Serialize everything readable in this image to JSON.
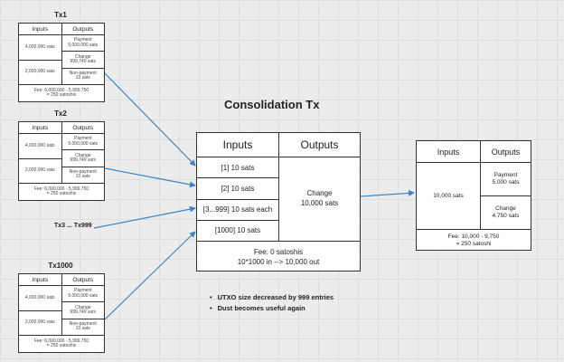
{
  "mini_txs": [
    {
      "title": "Tx1",
      "inputs_label": "Inputs",
      "outputs_label": "Outputs",
      "inputs": [
        "4,000,000 sats",
        "2,000,000 sats"
      ],
      "outputs": [
        [
          "Payment",
          "5,000,000 sats"
        ],
        [
          "Change",
          "999,740 sats"
        ],
        [
          "Non-payment",
          "10 sats"
        ]
      ],
      "fee": [
        "Fee: 6,000,000 - 5,999,750",
        "= 250 satoshis"
      ]
    },
    {
      "title": "Tx2",
      "inputs_label": "Inputs",
      "outputs_label": "Outputs",
      "inputs": [
        "4,000,000 sats",
        "2,000,000 sats"
      ],
      "outputs": [
        [
          "Payment",
          "5,000,000 sats"
        ],
        [
          "Change",
          "999,740 sats"
        ],
        [
          "Non-payment",
          "10 sats"
        ]
      ],
      "fee": [
        "Fee: 6,000,000 - 5,999,750",
        "= 250 satoshis"
      ]
    },
    {
      "title": "Tx1000",
      "inputs_label": "Inputs",
      "outputs_label": "Outputs",
      "inputs": [
        "4,000,000 sats",
        "2,000,000 sats"
      ],
      "outputs": [
        [
          "Payment",
          "5,000,000 sats"
        ],
        [
          "Change",
          "999,740 sats"
        ],
        [
          "Non-payment",
          "10 sats"
        ]
      ],
      "fee": [
        "Fee: 6,000,000 - 5,999,750",
        "= 250 satoshis"
      ]
    }
  ],
  "tx_range_label": "Tx3 ... Tx999",
  "consolidation": {
    "title": "Consolidation Tx",
    "inputs_label": "Inputs",
    "outputs_label": "Outputs",
    "inputs": [
      "[1] 10 sats",
      "[2] 10 sats",
      "[3...999] 10 sats each",
      "[1000] 10 sats"
    ],
    "output": [
      "Change",
      "10,000 sats"
    ],
    "fee": [
      "Fee: 0 satoshis",
      "10*1000 in --> 10,000 out"
    ]
  },
  "result": {
    "inputs_label": "Inputs",
    "outputs_label": "Outputs",
    "input": "10,000 sats",
    "outputs": [
      [
        "Payment",
        "5,000 sats"
      ],
      [
        "Change",
        "4,750 sats"
      ]
    ],
    "fee": [
      "Fee: 10,000 - 9,750",
      "= 250 satoshi"
    ]
  },
  "notes": [
    "UTXO size decreased by 999 entries",
    "Dust becomes useful again"
  ],
  "colors": {
    "arrow": "#3d86c6",
    "border": "#333333",
    "background": "#ececec"
  }
}
